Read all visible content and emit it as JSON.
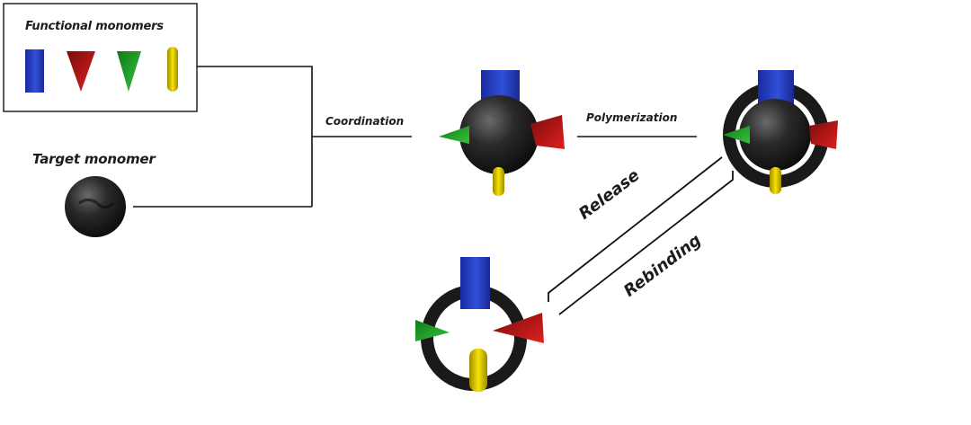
{
  "legend": {
    "title": "Functional monomers"
  },
  "target": {
    "label": "Target monomer"
  },
  "steps": {
    "coordination": "Coordination",
    "polymerization": "Polymerization",
    "release": "Release",
    "rebinding": "Rebinding"
  },
  "colors": {
    "blue": "#2a3fbf",
    "red": "#c01818",
    "green": "#22a52a",
    "yellow": "#e8d000",
    "black": "#1e1e1e"
  }
}
